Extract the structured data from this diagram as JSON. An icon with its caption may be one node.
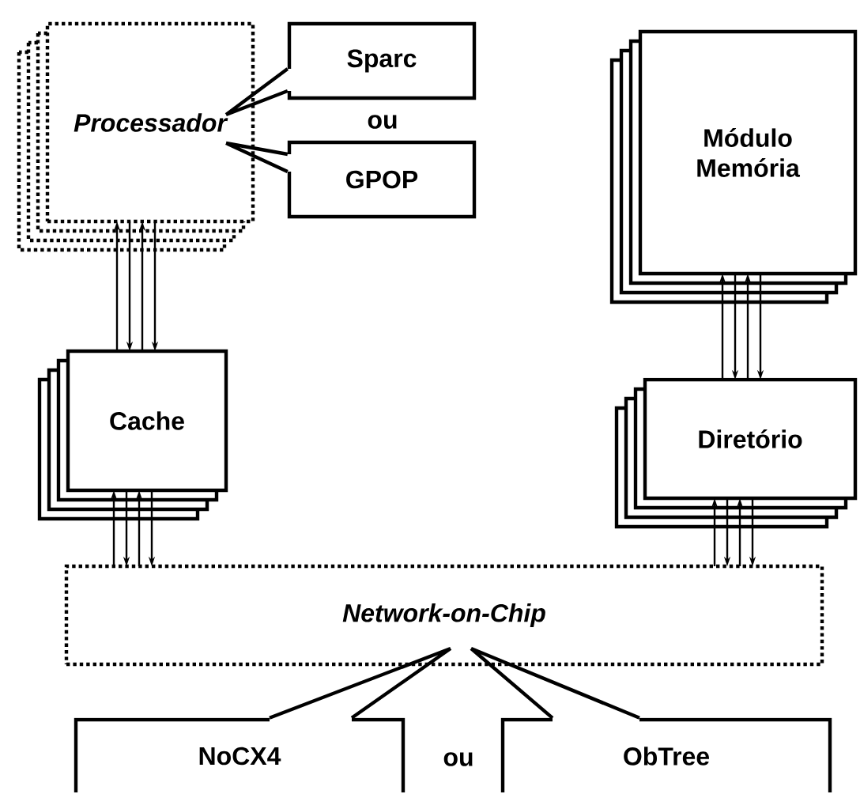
{
  "diagram": {
    "nodes": [
      {
        "text": [
          "Processador"
        ]
      },
      {
        "text": [
          "Sparc"
        ]
      },
      {
        "text": [
          "GPOP"
        ]
      },
      {
        "text": [
          "Módulo Memória"
        ]
      },
      {
        "text": [
          "Cache"
        ]
      },
      {
        "text": [
          "Diretório"
        ]
      },
      {
        "text": [
          "Network-on-Chip"
        ]
      },
      {
        "text": [
          "NoCX4"
        ]
      },
      {
        "text": [
          "ObTree"
        ]
      }
    ],
    "edges": [
      {
        "from": 1,
        "to": 0,
        "arrow": "none"
      },
      {
        "from": 2,
        "to": 0,
        "arrow": "none"
      },
      {
        "from": 4,
        "to": 0,
        "arrow": "to"
      },
      {
        "from": 0,
        "to": 4,
        "arrow": "to"
      },
      {
        "from": 4,
        "to": 0,
        "arrow": "to"
      },
      {
        "from": 0,
        "to": 4,
        "arrow": "to"
      },
      {
        "from": 5,
        "to": 3,
        "arrow": "to"
      },
      {
        "from": 3,
        "to": 5,
        "arrow": "to"
      },
      {
        "from": 5,
        "to": 3,
        "arrow": "to"
      },
      {
        "from": 3,
        "to": 5,
        "arrow": "to"
      },
      {
        "from": 6,
        "to": 4,
        "arrow": "to"
      },
      {
        "from": 4,
        "to": 6,
        "arrow": "to"
      },
      {
        "from": 6,
        "to": 4,
        "arrow": "to"
      },
      {
        "from": 4,
        "to": 6,
        "arrow": "to"
      },
      {
        "from": 6,
        "to": 5,
        "arrow": "to"
      },
      {
        "from": 5,
        "to": 6,
        "arrow": "to"
      },
      {
        "from": 6,
        "to": 5,
        "arrow": "to"
      },
      {
        "from": 5,
        "to": 6,
        "arrow": "to"
      },
      {
        "from": 7,
        "to": 6,
        "arrow": "none"
      },
      {
        "from": 8,
        "to": 6,
        "arrow": "none"
      }
    ],
    "labels": [
      "ou",
      "ou"
    ]
  }
}
